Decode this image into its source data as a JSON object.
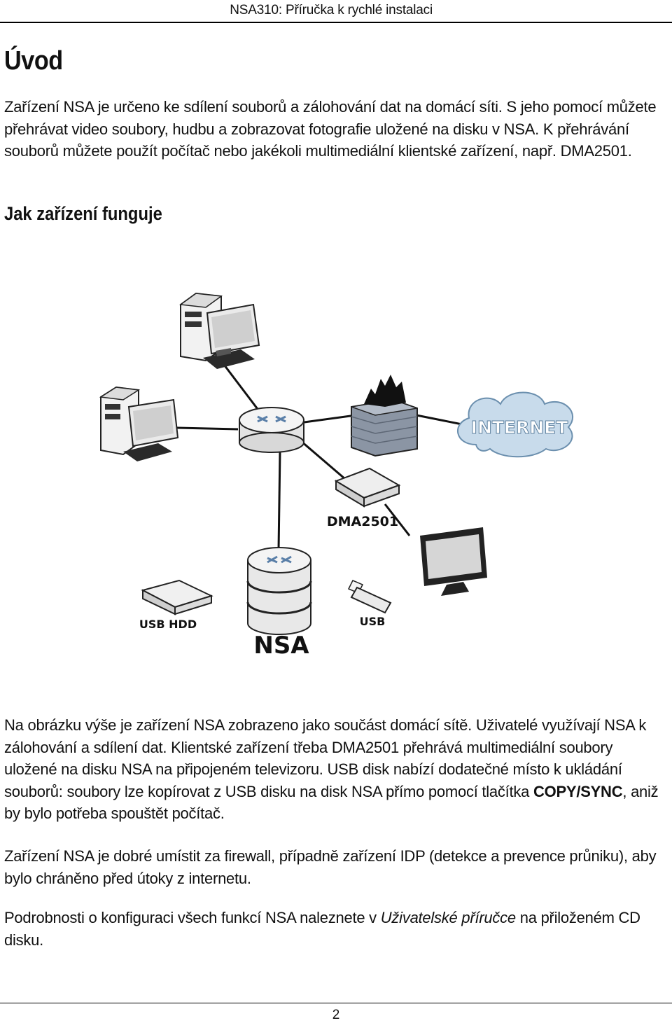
{
  "header": {
    "title": "NSA310: Příručka k rychlé instalaci"
  },
  "intro": {
    "heading": "Úvod",
    "paragraph": "Zařízení NSA je určeno ke sdílení souborů a zálohování dat na domácí síti. S jeho pomocí můžete přehrávat video soubory, hudbu a zobrazovat fotografie uložené na disku v NSA. K přehrávání souborů můžete použít počítač nebo jakékoli multimediální klientské zařízení, např. DMA2501."
  },
  "how_it_works": {
    "heading": "Jak zařízení funguje",
    "diagram": {
      "labels": {
        "internet": "INTERNET",
        "dma": "DMA2501",
        "nsa": "NSA",
        "usb_hdd": "USB HDD",
        "usb": "USB"
      },
      "icons": [
        "desktop-computer-icon",
        "desktop-computer-icon",
        "router-icon",
        "firewall-icon",
        "internet-cloud-icon",
        "media-player-icon",
        "television-icon",
        "nas-server-icon",
        "usb-hdd-icon",
        "usb-stick-icon"
      ]
    },
    "p2_before": "Na obrázku výše je zařízení NSA zobrazeno jako součást domácí sítě. Uživatelé využívají NSA k zálohování a sdílení dat. Klientské zařízení třeba DMA2501 přehrává multimediální soubory uložené na disku NSA na připojeném televizoru. USB disk nabízí dodatečné místo k ukládání souborů: soubory lze kopírovat z USB disku na disk NSA přímo pomocí tlačítka ",
    "p2_bold": "COPY/SYNC",
    "p2_after": ", aniž by bylo potřeba spouštět počítač.",
    "p3": "Zařízení NSA je dobré umístit za firewall, případně zařízení IDP (detekce a prevence průniku), aby bylo chráněno před útoky z internetu.",
    "p4_before": "Podrobnosti o konfiguraci všech funkcí NSA naleznete v ",
    "p4_italic": "Uživatelské příručce",
    "p4_after": " na přiloženém CD disku."
  },
  "footer": {
    "page_number": "2"
  }
}
